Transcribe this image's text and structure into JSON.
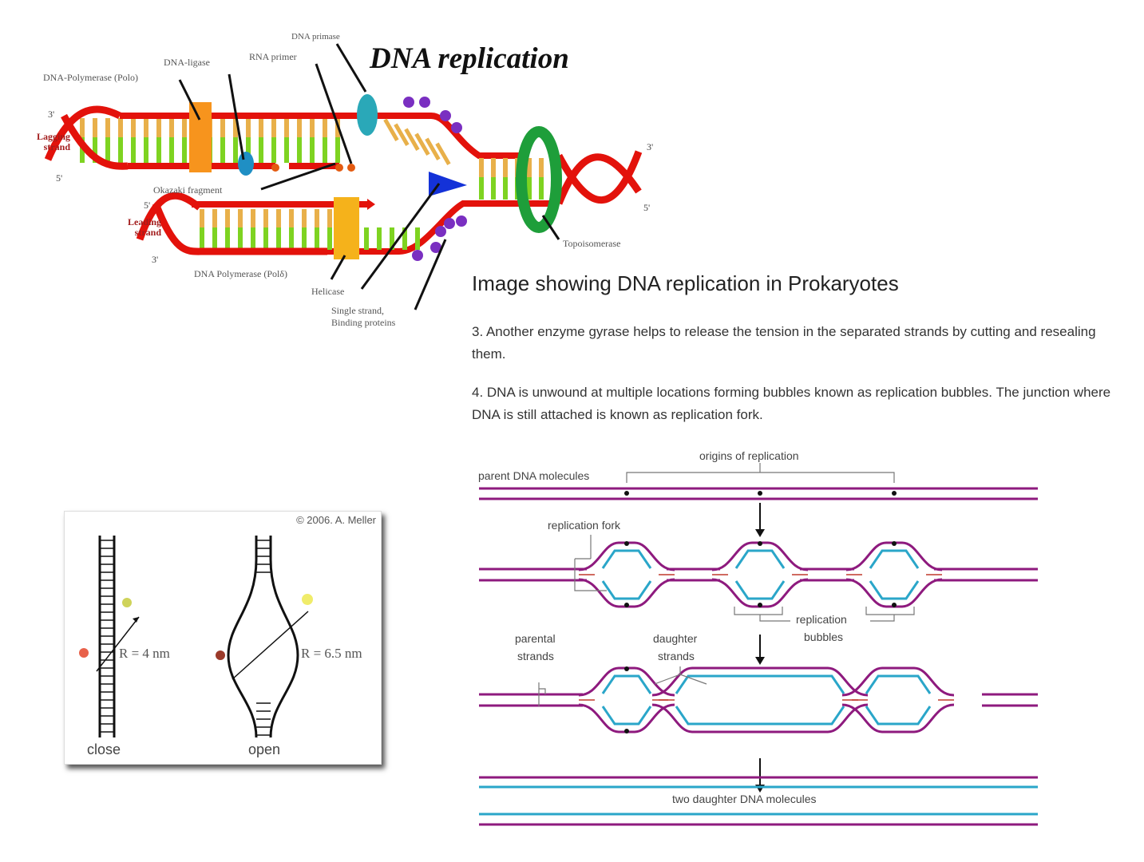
{
  "top_diagram": {
    "title": "DNA replication",
    "labels": {
      "dna_primase": "DNA primase",
      "rna_primer": "RNA primer",
      "dna_ligase": "DNA-ligase",
      "dna_polymerase_lagging": "DNA-Polymerase (Polo)",
      "lagging_strand": "Lagging strand",
      "okazaki_fragment": "Okazaki fragment",
      "leading_strand": "Leading strand",
      "dna_polymerase_leading": "DNA Polymerase (Polδ)",
      "helicase": "Helicase",
      "ssb_line1": "Single strand,",
      "ssb_line2": "Binding proteins",
      "topoisomerase": "Topoisomerase"
    },
    "ends": {
      "lagging_top": "3'",
      "lagging_bottom": "5'",
      "leading_top": "5'",
      "leading_bottom": "3'",
      "right_top": "3'",
      "right_bottom": "5'"
    },
    "colors": {
      "backbone": "#e3120b",
      "base_orange": "#e8b04a",
      "base_green": "#7ed321",
      "polymerase": "#f7941d",
      "primase": "#2aa8b8",
      "topoisomerase": "#1e9e3a",
      "helicase_arrow": "#1432d8",
      "ssb": "#7a2fc1"
    }
  },
  "text": {
    "heading": "Image showing DNA replication in Prokaryotes",
    "para3": "3. Another enzyme gyrase helps to release the tension in the separated strands by cutting and resealing them.",
    "para4": "4. DNA is unwound at multiple locations forming bubbles known as replication bubbles. The junction where DNA is still attached is known as replication fork."
  },
  "fret_diagram": {
    "copyright": "© 2006. A. Meller",
    "close_label": "close",
    "open_label": "open",
    "close_distance": "R = 4 nm",
    "open_distance": "R = 6.5 nm"
  },
  "bubble_diagram": {
    "origins_label": "origins of replication",
    "parent_label": "parent DNA molecules",
    "fork_label": "replication fork",
    "bubbles_label_1": "replication",
    "bubbles_label_2": "bubbles",
    "parental_label_1": "parental",
    "parental_label_2": "strands",
    "daughter_label_1": "daughter",
    "daughter_label_2": "strands",
    "two_daughter_label": "two daughter DNA molecules",
    "colors": {
      "parental": "#8e1a7e",
      "daughter": "#2aa6c9",
      "fork_arrow": "#c0392b"
    }
  }
}
